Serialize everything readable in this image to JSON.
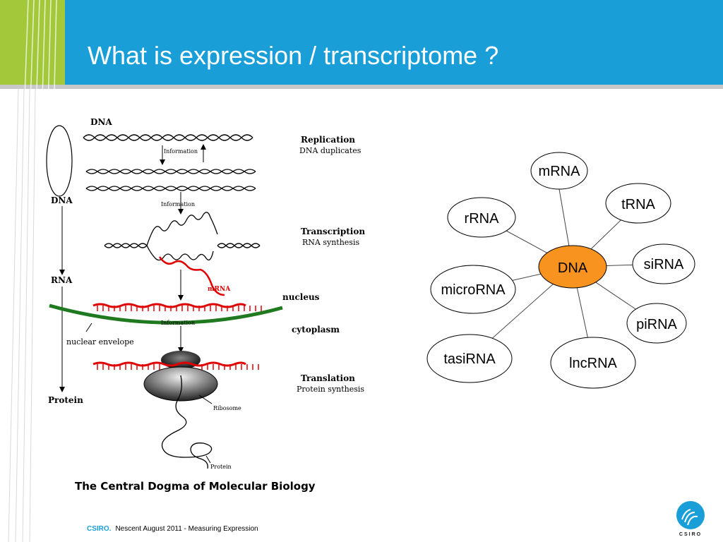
{
  "slide": {
    "title": "What is expression / transcriptome ?"
  },
  "dogma": {
    "labels": {
      "dna_top": "DNA",
      "dna_left": "DNA",
      "rna_left": "RNA",
      "protein_left": "Protein",
      "info1": "Information",
      "info2": "Information",
      "info3": "Information",
      "mrna": "mRNA",
      "nucleus": "nucleus",
      "cytoplasm": "cytoplasm",
      "nuclear_envelope": "nuclear envelope",
      "ribosome": "Ribosome",
      "protein_chain": "Protein"
    },
    "stages": {
      "replication_title": "Replication",
      "replication_sub": "DNA duplicates",
      "transcription_title": "Transcription",
      "transcription_sub": "RNA synthesis",
      "translation_title": "Translation",
      "translation_sub": "Protein synthesis"
    },
    "caption": "The Central Dogma of Molecular Biology"
  },
  "network": {
    "center": "DNA",
    "nodes": {
      "mrna": "mRNA",
      "trna": "tRNA",
      "rrna": "rRNA",
      "sirna": "siRNA",
      "microrna": "microRNA",
      "pirna": "piRNA",
      "tasirna": "tasiRNA",
      "lncrna": "lncRNA"
    },
    "colors": {
      "center_fill": "#f7931e",
      "node_fill": "#ffffff",
      "edge": "#444444"
    }
  },
  "footer": {
    "brand": "CSIRO.",
    "text": "Nescent August 2011 - Measuring Expression"
  },
  "logo": {
    "text": "CSIRO",
    "icon": "csiro-logo-icon"
  }
}
